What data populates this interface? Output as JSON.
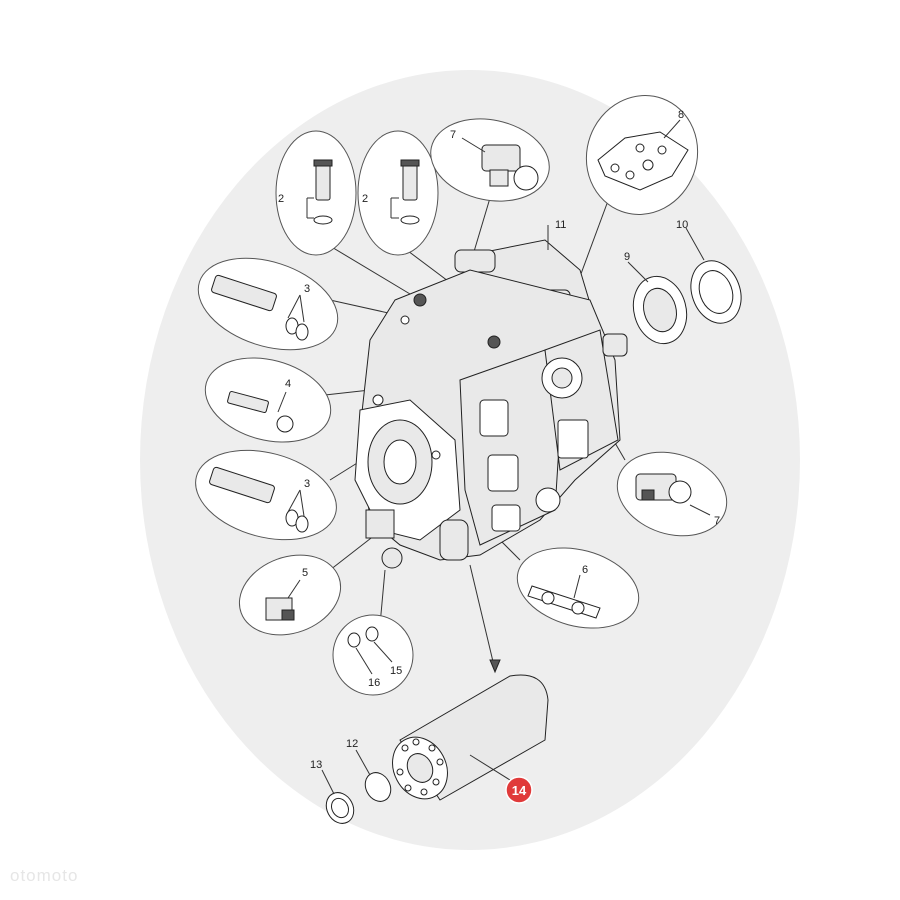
{
  "diagram": {
    "callouts": [
      {
        "id": "c2a",
        "text": "2"
      },
      {
        "id": "c2b",
        "text": "2"
      },
      {
        "id": "c7a",
        "text": "7"
      },
      {
        "id": "c8",
        "text": "8"
      },
      {
        "id": "c11",
        "text": "11"
      },
      {
        "id": "c10",
        "text": "10"
      },
      {
        "id": "c9",
        "text": "9"
      },
      {
        "id": "c3a",
        "text": "3"
      },
      {
        "id": "c4",
        "text": "4"
      },
      {
        "id": "c3b",
        "text": "3"
      },
      {
        "id": "c7b",
        "text": "7"
      },
      {
        "id": "c5",
        "text": "5"
      },
      {
        "id": "c6",
        "text": "6"
      },
      {
        "id": "c15",
        "text": "15"
      },
      {
        "id": "c16",
        "text": "16"
      },
      {
        "id": "c12",
        "text": "12"
      },
      {
        "id": "c13",
        "text": "13"
      }
    ],
    "highlight": {
      "text": "14",
      "color": "#e03a3a"
    }
  },
  "watermark": {
    "text": "otomoto"
  }
}
